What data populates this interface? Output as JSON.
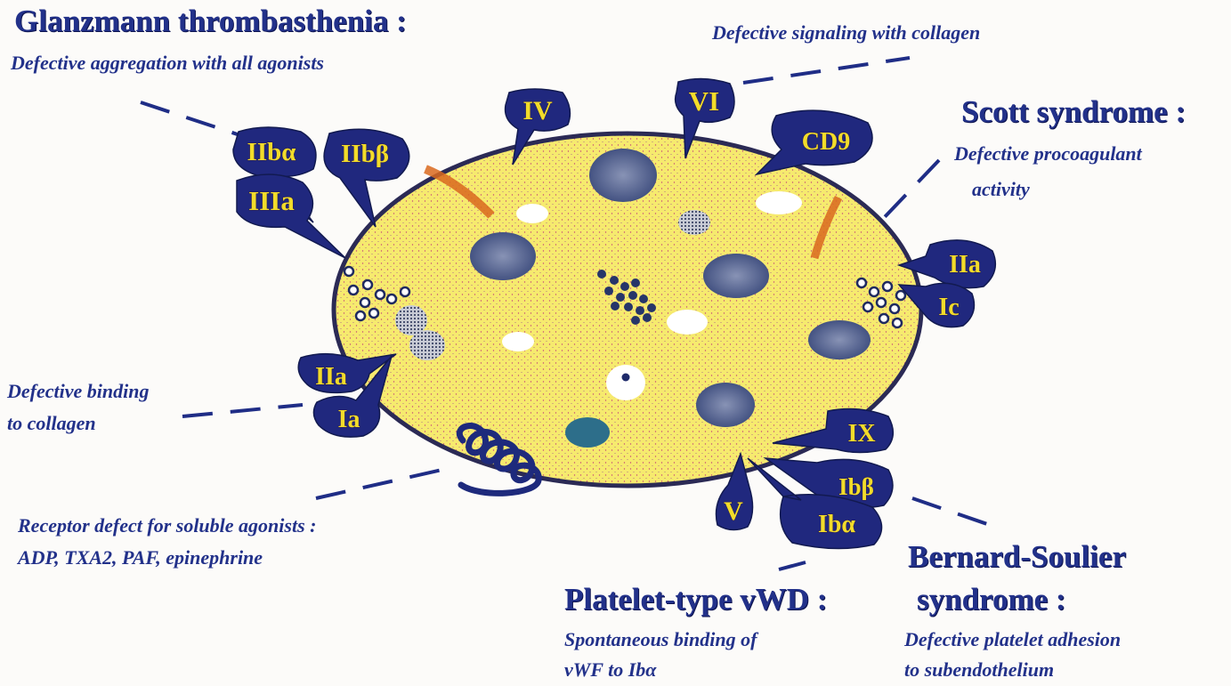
{
  "labels": {
    "glanzmann": {
      "title": "Glanzmann thrombasthenia :",
      "desc": "Defective aggregation with all agonists"
    },
    "collagen_signaling": {
      "desc": "Defective signaling with collagen"
    },
    "scott": {
      "title": "Scott syndrome :",
      "desc_line1": "Defective procoagulant",
      "desc_line2": "activity"
    },
    "collagen_binding": {
      "desc_line1": "Defective binding",
      "desc_line2": "to collagen"
    },
    "receptor": {
      "desc_line1": "Receptor defect  for soluble  agonists :",
      "desc_line2": "ADP, TXA2, PAF, epinephrine"
    },
    "platelet_vwd": {
      "title": "Platelet-type vWD :",
      "desc_line1": "Spontaneous binding of",
      "desc_line2": "vWF to Ibα"
    },
    "bernard": {
      "title_line1": "Bernard-Soulier",
      "title_line2": "syndrome :",
      "desc_line1": "Defective platelet adhesion",
      "desc_line2": "to subendothelium"
    }
  },
  "receptor_tags": {
    "iib_alpha": "IIbα",
    "iib_beta": "IIbβ",
    "iiia": "IIIa",
    "iv": "IV",
    "vi": "VI",
    "cd9": "CD9",
    "iia_right": "IIa",
    "ic": "Ic",
    "iia_left": "IIa",
    "ia": "Ia",
    "ix": "IX",
    "ib_beta": "Ibβ",
    "ib_alpha": "Ibα",
    "v": "V"
  },
  "colors": {
    "platelet_fill": "#f6ea6e",
    "platelet_outline": "#2b2a55",
    "receptor_tag": "#20287e",
    "tag_text": "#f2dc2a",
    "label_text": "#22318a",
    "granule": "#54658f"
  }
}
